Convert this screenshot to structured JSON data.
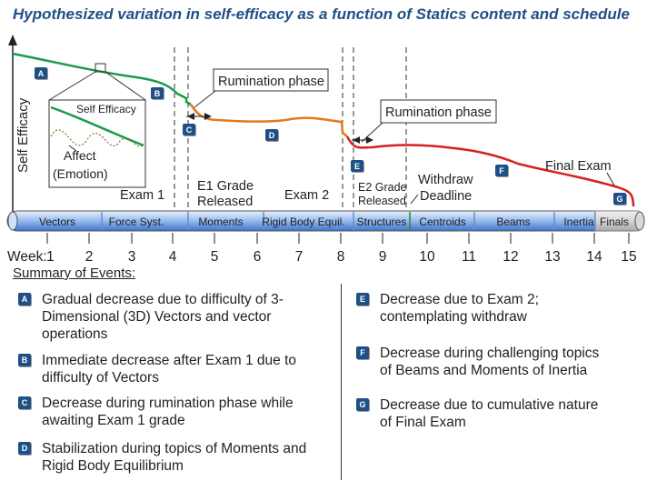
{
  "title": "Hypothesized variation in self-efficacy as a function of Statics content and schedule",
  "y_axis_label": "Self Efficacy",
  "inset": {
    "self_efficacy_label": "Self Efficacy",
    "affect_label": "Affect\n(Emotion)"
  },
  "annotations": {
    "exam1": "Exam 1",
    "e1_grade": "E1 Grade\nReleased",
    "exam2": "Exam 2",
    "e2_grade": "E2 Grade\nReleased",
    "withdraw": "Withdraw\nDeadline",
    "final_exam": "Final Exam",
    "rumination1": "Rumination phase",
    "rumination2": "Rumination phase"
  },
  "point_badges": [
    "A",
    "B",
    "C",
    "D",
    "E",
    "F",
    "G"
  ],
  "topics": [
    "Vectors",
    "Force Syst.",
    "Moments",
    "Rigid Body Equil.",
    "Structures",
    "Centroids",
    "Beams",
    "Inertia",
    "Finals"
  ],
  "week_axis": {
    "prefix": "Week:",
    "ticks": [
      "1",
      "2",
      "3",
      "4",
      "5",
      "6",
      "7",
      "8",
      "9",
      "10",
      "11",
      "12",
      "13",
      "14",
      "15"
    ]
  },
  "colors": {
    "segment_ab": "#1a9a4a",
    "segment_cd": "#e07b1a",
    "segment_efg": "#d62020",
    "badge": "#1f4f87",
    "title": "#1f4f87"
  },
  "summary_title": "Summary of Events:",
  "events": [
    {
      "badge": "A",
      "text": "Gradual decrease due to difficulty of 3-\nDimensional (3D) Vectors and vector\noperations"
    },
    {
      "badge": "B",
      "text": "Immediate decrease after Exam 1 due to\ndifficulty of Vectors"
    },
    {
      "badge": "C",
      "text": "Decrease during rumination phase while\nawaiting Exam 1 grade"
    },
    {
      "badge": "D",
      "text": "Stabilization during topics of Moments and\nRigid Body Equilibrium"
    },
    {
      "badge": "E",
      "text": "Decrease due to Exam 2;\ncontemplating withdraw"
    },
    {
      "badge": "F",
      "text": "Decrease during challenging topics\nof Beams and Moments of Inertia"
    },
    {
      "badge": "G",
      "text": "Decrease due to cumulative nature\nof Final Exam"
    }
  ]
}
